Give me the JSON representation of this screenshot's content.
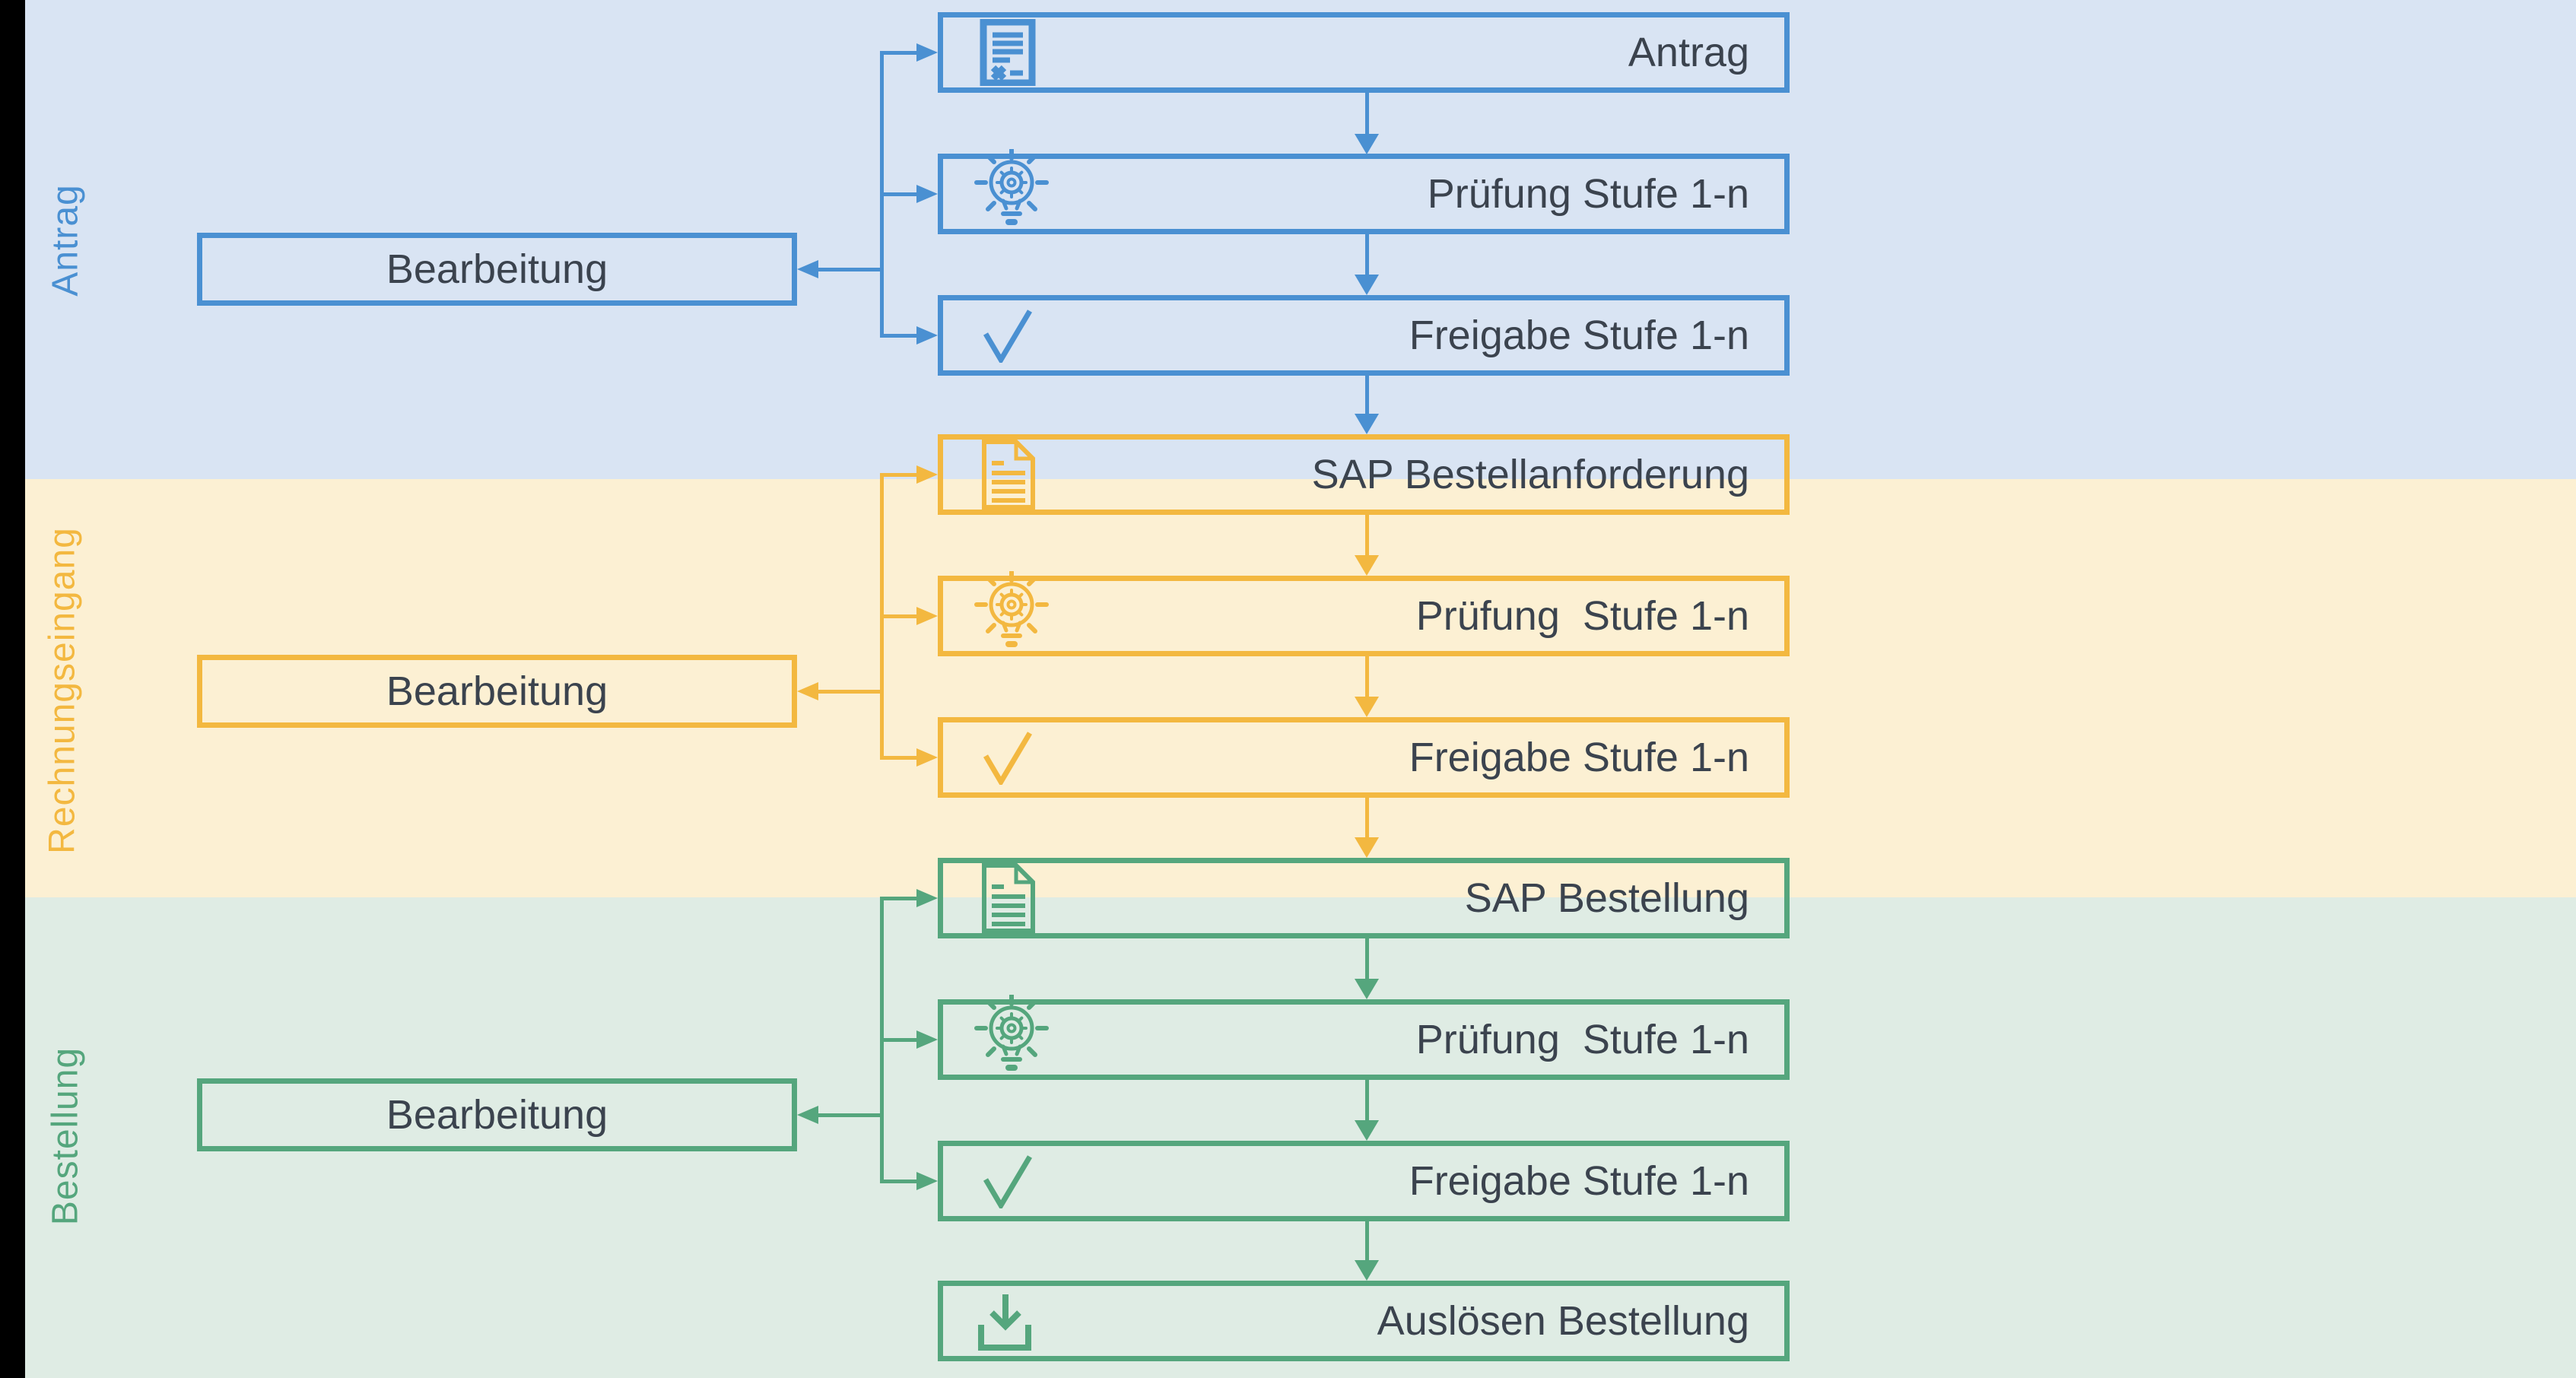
{
  "colors": {
    "text": "#3B434E",
    "left_strip": "#000000",
    "antrag_accent": "#4A90D2",
    "antrag_background": "#D9E4F3",
    "rechnungseingang_accent": "#F3B840",
    "rechnungseingang_background": "#FCF0D3",
    "bestellung_accent": "#55A67D",
    "bestellung_background": "#DFECE4"
  },
  "bands": [
    {
      "label": "Antrag",
      "accent": "#4A90D2",
      "background": "#D9E4F3",
      "side_box": {
        "label": "Bearbeitung"
      },
      "boxes": [
        {
          "label": "Antrag",
          "icon": "form-x-icon"
        },
        {
          "label": "Prüfung Stufe 1-n",
          "icon": "idea-gear-icon"
        },
        {
          "label": "Freigabe Stufe 1-n",
          "icon": "checkmark-icon"
        }
      ]
    },
    {
      "label": "Rechnungseingang",
      "accent": "#F3B840",
      "background": "#FCF0D3",
      "side_box": {
        "label": "Bearbeitung"
      },
      "boxes": [
        {
          "label": "SAP Bestellanforderung",
          "icon": "document-icon"
        },
        {
          "label": "Prüfung  Stufe 1-n",
          "icon": "idea-gear-icon"
        },
        {
          "label": "Freigabe Stufe 1-n",
          "icon": "checkmark-icon"
        }
      ]
    },
    {
      "label": "Bestellung",
      "accent": "#55A67D",
      "background": "#DFECE4",
      "side_box": {
        "label": "Bearbeitung"
      },
      "boxes": [
        {
          "label": "SAP Bestellung",
          "icon": "document-icon"
        },
        {
          "label": "Prüfung  Stufe 1-n",
          "icon": "idea-gear-icon"
        },
        {
          "label": "Freigabe Stufe 1-n",
          "icon": "checkmark-icon"
        },
        {
          "label": "Auslösen Bestellung",
          "icon": "download-icon"
        }
      ]
    }
  ]
}
